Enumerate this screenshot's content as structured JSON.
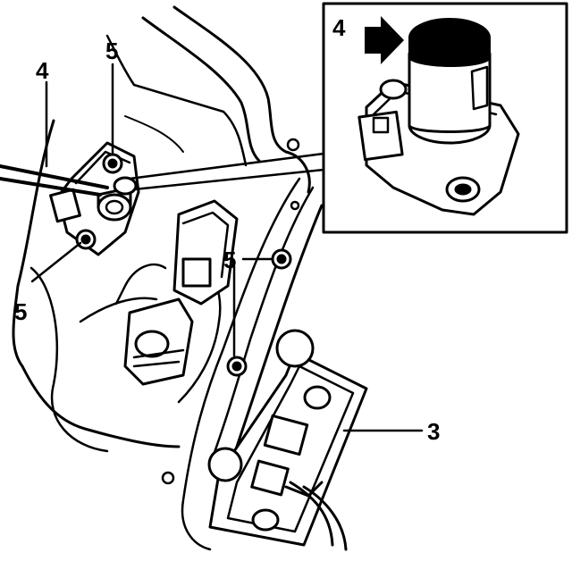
{
  "callouts": {
    "part4_main": "4",
    "part4_inset": "4",
    "part5_top": "5",
    "part5_left": "5",
    "part5_right": "5",
    "part3": "3"
  },
  "colors": {
    "ink": "#000000",
    "paper": "#ffffff"
  },
  "icons": {
    "inset_pointer": "arrow-right-icon"
  }
}
